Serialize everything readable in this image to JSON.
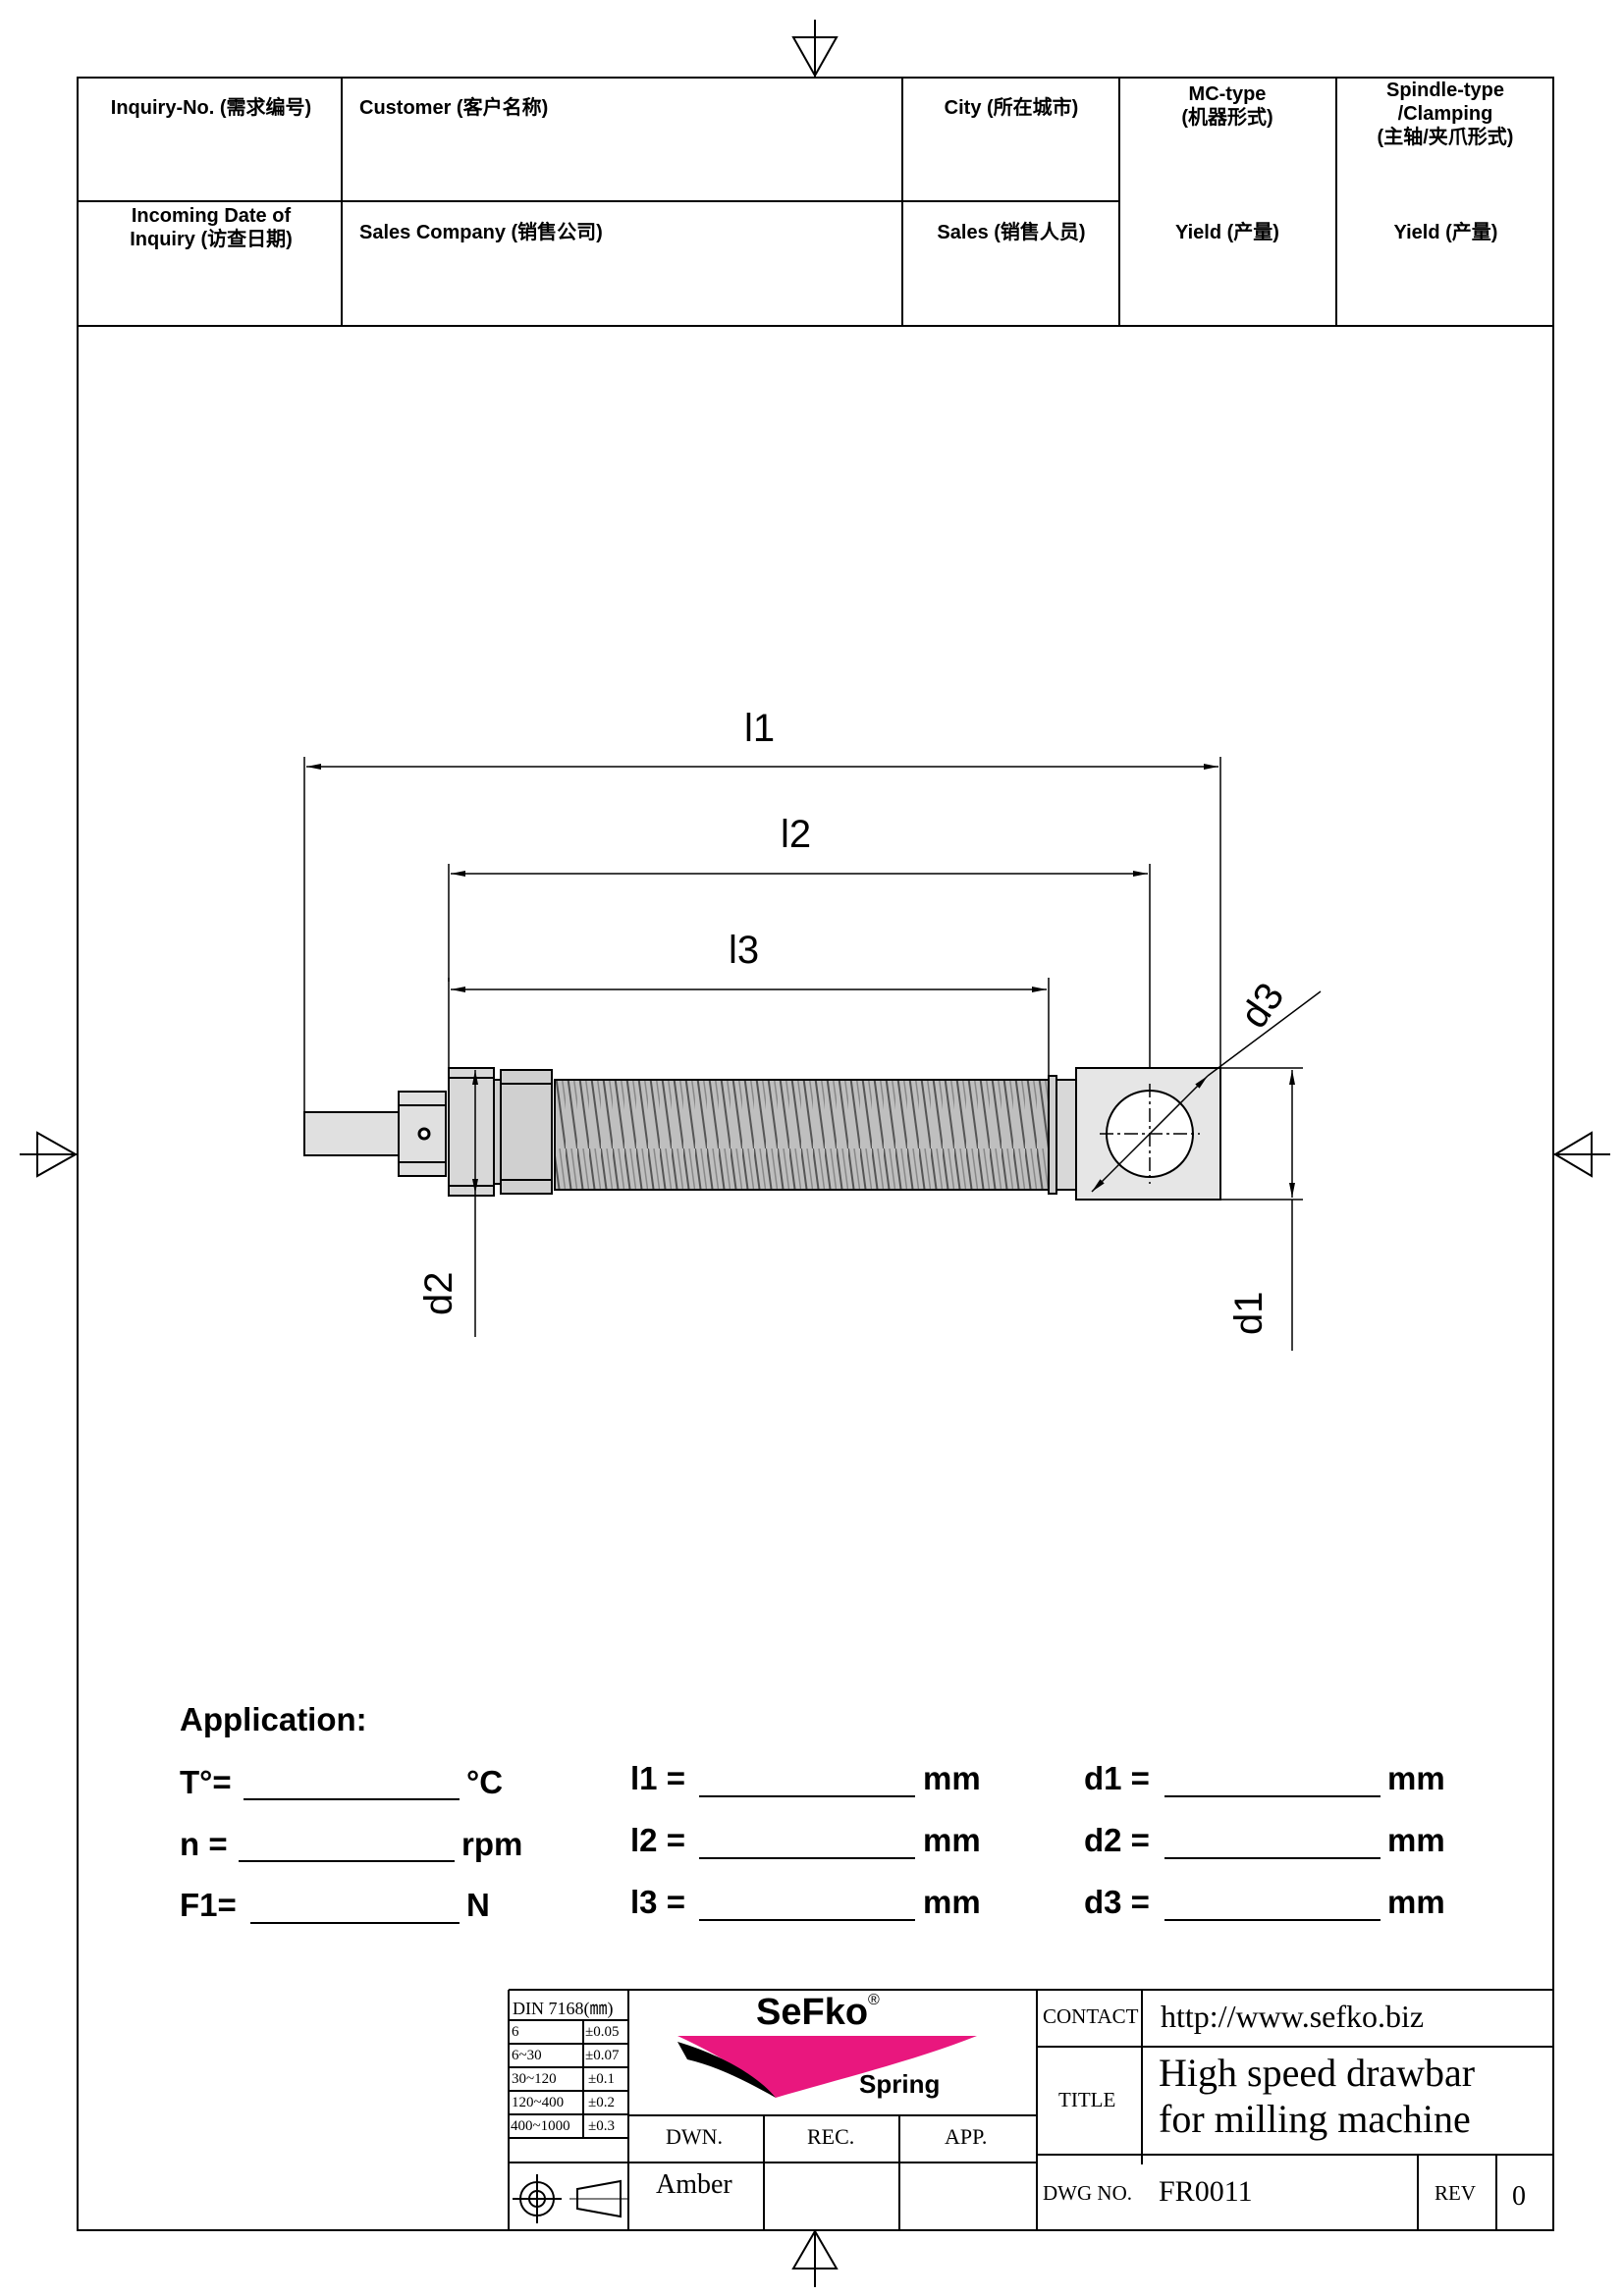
{
  "header": {
    "inquiry_no": "Inquiry-No. (需求编号)",
    "customer": "Customer (客户名称)",
    "city": "City (所在城市)",
    "mc_type_line1": "MC-type",
    "mc_type_line2": "(机器形式)",
    "spindle_line1": "Spindle-type",
    "spindle_line2": "/Clamping",
    "spindle_line3": "(主轴/夹爪形式)",
    "incoming_line1": "Incoming Date of",
    "incoming_line2": "Inquiry (访查日期)",
    "sales_company": "Sales Company (销售公司)",
    "sales": "Sales (销售人员)",
    "yield_1": "Yield (产量)",
    "yield_2": "Yield (产量)"
  },
  "drawing": {
    "dim_l1": "l1",
    "dim_l2": "l2",
    "dim_l3": "l3",
    "dim_d1": "d1",
    "dim_d2": "d2",
    "dim_d3": "d3"
  },
  "application": {
    "title": "Application:",
    "rows": [
      {
        "label": "T°=",
        "unit": "°C"
      },
      {
        "label": "n =",
        "unit": "rpm"
      },
      {
        "label": "F1=",
        "unit": "N"
      },
      {
        "label": "l1 =",
        "unit": "mm"
      },
      {
        "label": "l2 =",
        "unit": "mm"
      },
      {
        "label": "l3 =",
        "unit": "mm"
      },
      {
        "label": "d1 =",
        "unit": "mm"
      },
      {
        "label": "d2 =",
        "unit": "mm"
      },
      {
        "label": "d3 =",
        "unit": "mm"
      }
    ]
  },
  "title_block": {
    "din_title": "DIN 7168(㎜)",
    "tolerances": [
      {
        "range": "6",
        "tol": "±0.05"
      },
      {
        "range": "6~30",
        "tol": "±0.07"
      },
      {
        "range": "30~120",
        "tol": "±0.1"
      },
      {
        "range": "120~400",
        "tol": "±0.2"
      },
      {
        "range": "400~1000",
        "tol": "±0.3"
      }
    ],
    "logo_brand": "SeFko",
    "logo_reg": "®",
    "logo_sub": "Spring",
    "dwn_label": "DWN.",
    "rec_label": "REC.",
    "app_label": "APP.",
    "dwn_value": "Amber",
    "contact_label": "CONTACT",
    "contact_value": "http://www.sefko.biz",
    "title_label": "TITLE",
    "title_line1": "High speed drawbar",
    "title_line2": "for milling machine",
    "dwg_label": "DWG NO.",
    "dwg_value": "FR0011",
    "rev_label": "REV",
    "rev_value": "0"
  }
}
